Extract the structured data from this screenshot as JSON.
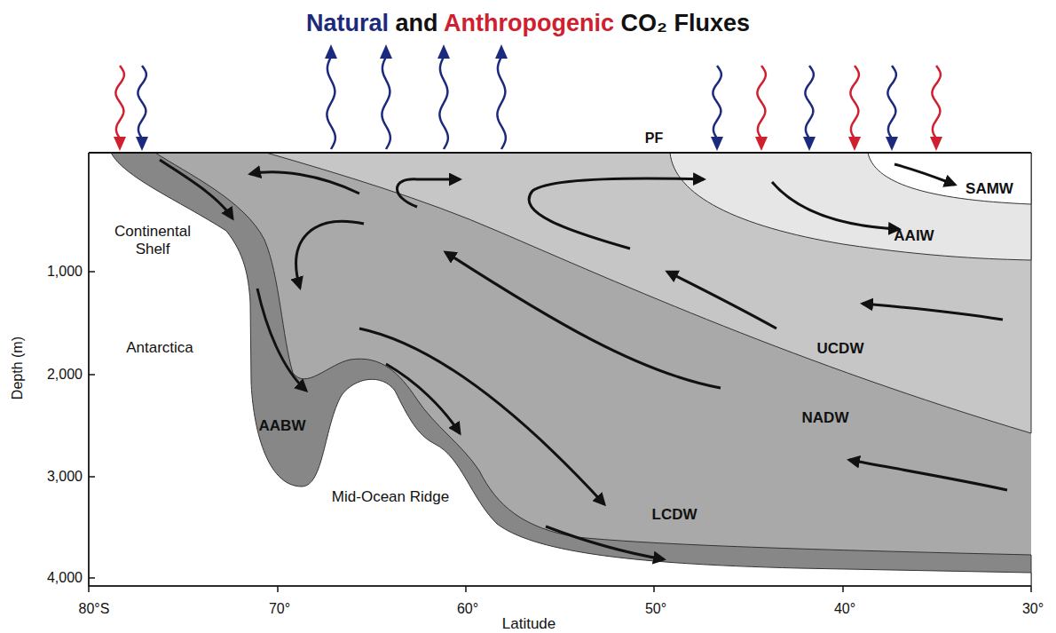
{
  "diagram": {
    "title": "Natural and Anthropogenic CO₂ Fluxes",
    "nodes": [
      {
        "text": [
          "SAMW"
        ]
      },
      {
        "text": [
          "AAIW"
        ]
      },
      {
        "text": [
          "UCDW"
        ]
      },
      {
        "text": [
          "NADW"
        ]
      },
      {
        "text": [
          "AABW"
        ]
      },
      {
        "text": [
          "LCDW"
        ]
      }
    ],
    "labels": [
      "PF",
      "Continental Shelf",
      "Antarctica",
      "Mid-Ocean Ridge",
      "Depth (m)",
      "1,000",
      "2,000",
      "3,000",
      "4,000",
      "80°S",
      "70°",
      "60°",
      "50°",
      "40°",
      "30°",
      "Latitude"
    ]
  }
}
